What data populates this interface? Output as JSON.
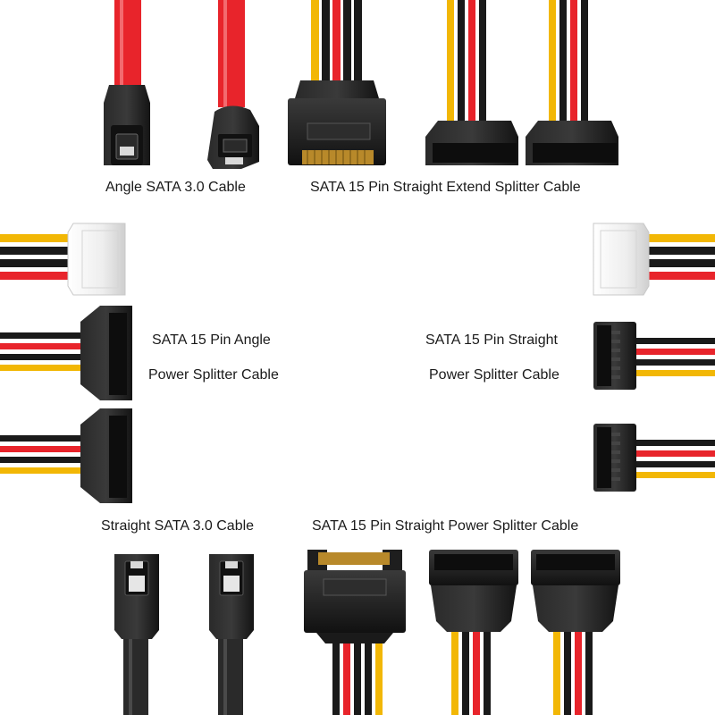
{
  "labels": {
    "angle_sata": "Angle SATA 3.0 Cable",
    "extend_splitter": "SATA 15 Pin Straight Extend Splitter Cable",
    "angle_power_line1": "SATA 15 Pin Angle",
    "angle_power_line2": "Power Splitter Cable",
    "straight_power_line1": "SATA 15 Pin Straight",
    "straight_power_line2": "Power Splitter Cable",
    "straight_sata": "Straight SATA 3.0 Cable",
    "straight_power_splitter": "SATA 15 Pin Straight Power Splitter Cable"
  },
  "colors": {
    "wire_yellow": "#f2b705",
    "wire_red": "#e8242b",
    "wire_black": "#1a1a1a",
    "sata_red_cable": "#e8242b",
    "connector_black": "#1e1e1e",
    "molex_white": "#f4f4f4"
  }
}
